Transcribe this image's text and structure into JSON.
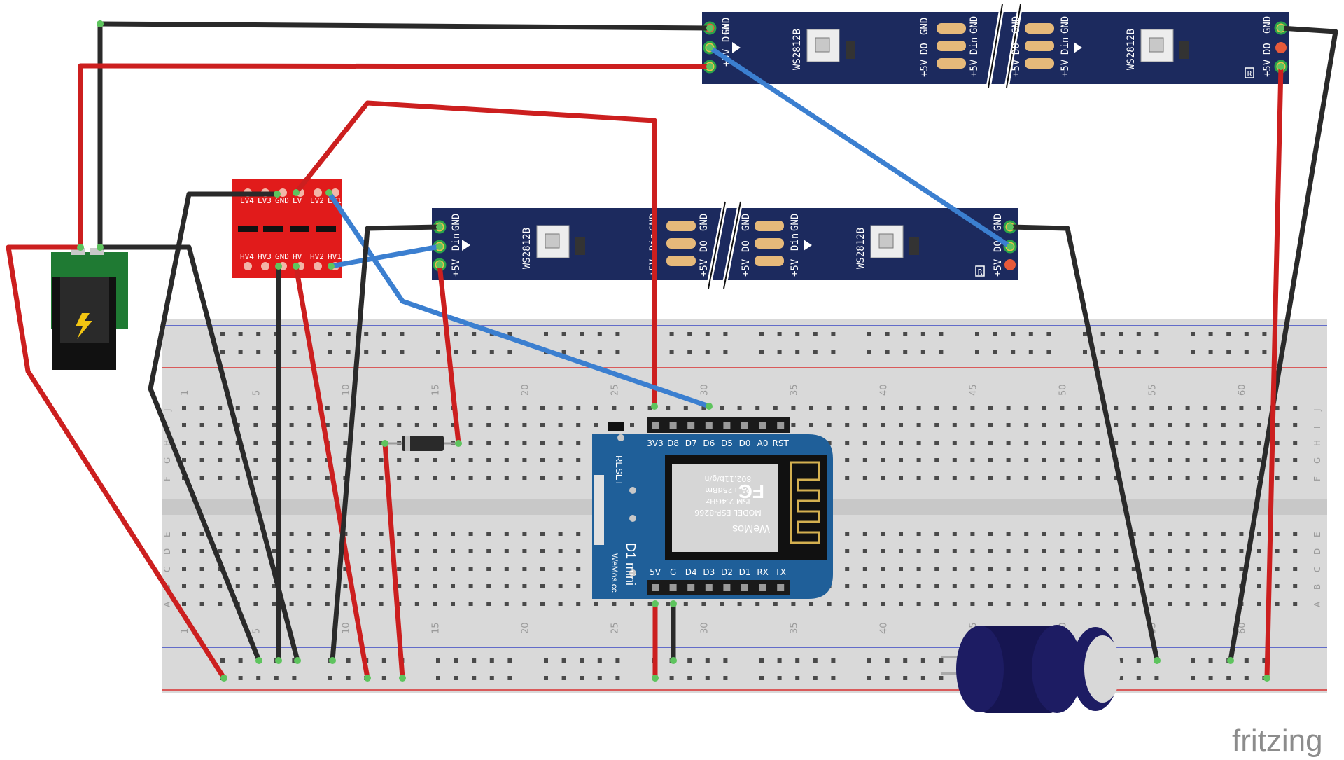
{
  "breadboard": {
    "top_numbers": [
      "1",
      "5",
      "10",
      "15",
      "20",
      "25",
      "30",
      "35",
      "40",
      "45",
      "50",
      "55",
      "60"
    ],
    "bottom_numbers": [
      "1",
      "5",
      "10",
      "15",
      "20",
      "25",
      "30",
      "35",
      "40",
      "45",
      "50",
      "55",
      "60"
    ],
    "row_letters_top": [
      "J",
      "I",
      "H",
      "G",
      "F"
    ],
    "row_letters_bottom": [
      "E",
      "D",
      "C",
      "B",
      "A"
    ]
  },
  "level_shifter": {
    "top_pins": [
      "LV4",
      "LV3",
      "GND",
      "LV",
      "LV2",
      "LV1"
    ],
    "bottom_pins": [
      "HV4",
      "HV3",
      "GND",
      "HV",
      "HV2",
      "HV1"
    ]
  },
  "strips": {
    "pad_gnd": "GND",
    "pad_din": "Din",
    "pad_do": "DO",
    "pad_5v": "+5V",
    "chip": "WS2812B",
    "reg": "R"
  },
  "d1mini": {
    "top_pins": [
      "3V3",
      "D8",
      "D7",
      "D6",
      "D5",
      "D0",
      "A0",
      "RST"
    ],
    "bottom_pins": [
      "5V",
      "G",
      "D4",
      "D3",
      "D2",
      "D1",
      "RX",
      "TX"
    ],
    "reset_label": "RESET",
    "board_name": "D1 mini",
    "site": "WeMos.cc",
    "shield_lines": [
      "802.11b/g/n",
      "PA +25dBm",
      "ISM 2.4GHz",
      "MODEL ESP-8266"
    ],
    "brand": "WeMos",
    "fcc": "FC"
  },
  "branding": {
    "fritzing": "fritzing"
  },
  "colors": {
    "wire_red": "#cc1f1f",
    "wire_black": "#2a2a2a",
    "wire_blue": "#3b7fd0",
    "strip_blue": "#1c2a5e",
    "level_shifter": "#e11b1b",
    "d1_board": "#1f5f99",
    "pcb_green": "#1f7a33"
  }
}
